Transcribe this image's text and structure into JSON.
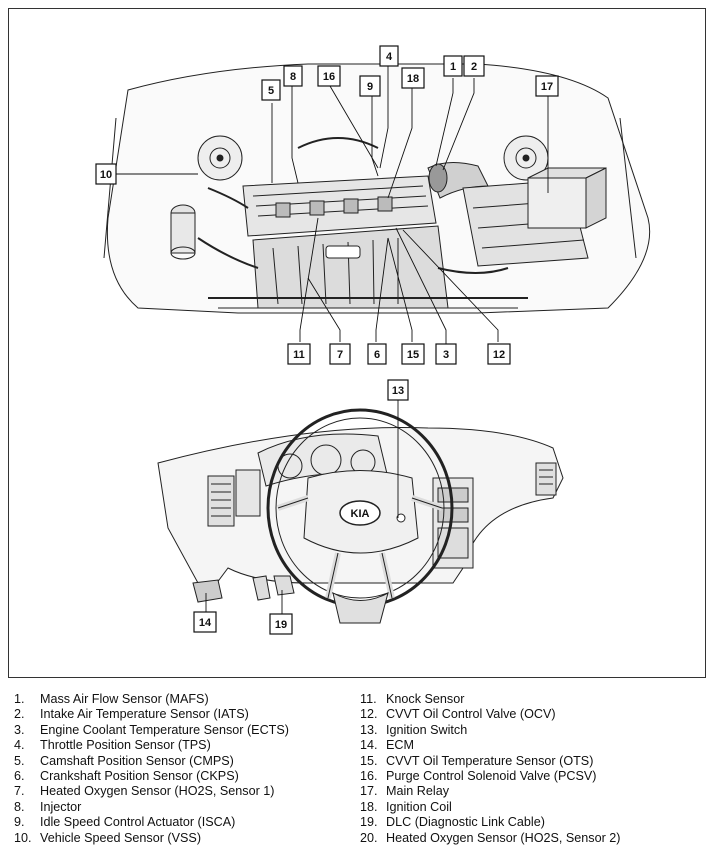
{
  "callouts": [
    "1",
    "2",
    "3",
    "4",
    "5",
    "6",
    "7",
    "8",
    "9",
    "10",
    "11",
    "12",
    "13",
    "14",
    "15",
    "16",
    "17",
    "18",
    "19"
  ],
  "legend": [
    {
      "num": "1.",
      "text": "Mass Air Flow Sensor (MAFS)"
    },
    {
      "num": "2.",
      "text": "Intake Air Temperature Sensor (IATS)"
    },
    {
      "num": "3.",
      "text": "Engine Coolant Temperature Sensor (ECTS)"
    },
    {
      "num": "4.",
      "text": "Throttle Position Sensor (TPS)"
    },
    {
      "num": "5.",
      "text": "Camshaft Position Sensor (CMPS)"
    },
    {
      "num": "6.",
      "text": "Crankshaft Position Sensor (CKPS)"
    },
    {
      "num": "7.",
      "text": "Heated Oxygen Sensor (HO2S, Sensor 1)"
    },
    {
      "num": "8.",
      "text": "Injector"
    },
    {
      "num": "9.",
      "text": "Idle Speed Control Actuator (ISCA)"
    },
    {
      "num": "10.",
      "text": "Vehicle Speed Sensor (VSS)"
    },
    {
      "num": "11.",
      "text": "Knock Sensor"
    },
    {
      "num": "12.",
      "text": "CVVT Oil Control Valve (OCV)"
    },
    {
      "num": "13.",
      "text": "Ignition Switch"
    },
    {
      "num": "14.",
      "text": "ECM"
    },
    {
      "num": "15.",
      "text": "CVVT Oil Temperature Sensor (OTS)"
    },
    {
      "num": "16.",
      "text": "Purge Control Solenoid Valve (PCSV)"
    },
    {
      "num": "17.",
      "text": "Main Relay"
    },
    {
      "num": "18.",
      "text": "Ignition Coil"
    },
    {
      "num": "19.",
      "text": "DLC (Diagnostic Link Cable)"
    },
    {
      "num": "20.",
      "text": "Heated Oxygen Sensor (HO2S, Sensor 2)"
    }
  ],
  "logo_text": "KIA",
  "colors": {
    "line": "#222222",
    "fill_light": "#f2f2f2",
    "fill_mid": "#d9d9d9",
    "fill_dark": "#555555"
  }
}
